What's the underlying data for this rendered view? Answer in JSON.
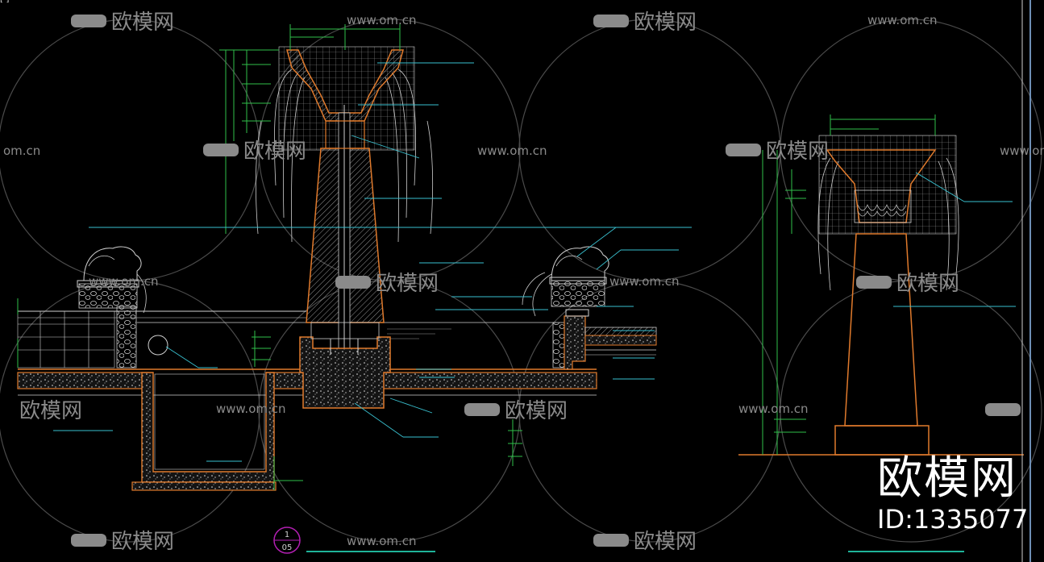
{
  "drawing": {
    "corner_label": "[-]",
    "sheet_ref": {
      "top": "1",
      "bottom": "05"
    }
  },
  "watermark": {
    "brand": "欧模网",
    "url": "www.om.cn",
    "url_partial": "om.cn"
  },
  "brand_block": {
    "name": "欧模网",
    "id_label": "ID:1335077"
  },
  "colors": {
    "background": "#000000",
    "structure": "#e07a2c",
    "dimension": "#2fbf4a",
    "leader": "#39c0cf",
    "linework": "#cfcfcf",
    "sheet_circle": "#b21fb2",
    "watermark": "#7a7a7a"
  }
}
